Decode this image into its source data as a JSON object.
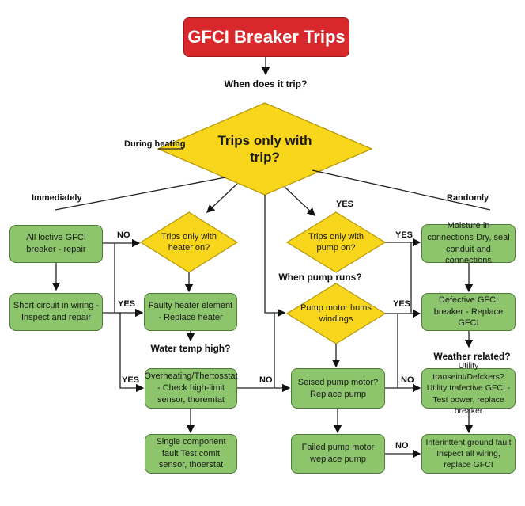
{
  "title": "GFCI Breaker Trips",
  "colors": {
    "title": "#d9282b",
    "process": "#8cc56b",
    "decision": "#f7d61c"
  },
  "questions": {
    "when_trip": "When does it trip?",
    "water_temp": "Water temp high?",
    "pump_runs": "When pump runs?",
    "weather": "Weather related?"
  },
  "branches": {
    "during_heating": "During heating",
    "immediately": "Immediately",
    "randomly": "Randomly"
  },
  "decisions": {
    "main": "Trips only with trip?",
    "heater": "Trips only with heater on?",
    "pump": "Trips only with pump on?",
    "pump_motor": "Pump motor hums windings"
  },
  "boxes": {
    "all_loctive": "All loctive GFCI breaker - repair",
    "short_circuit": "Short circuit in wiring - Inspect and repair",
    "faulty_heater": "Faulty heater element - Replace heater",
    "overheating": "Overheating/Thertosstat - Check high-limit sensor, thoremtat",
    "single_component": "Single component fault Test comit sensor, thoerstat",
    "seised_pump": "Seised pump motor? Replace pump",
    "failed_pump": "Failed pump motor weplace pump",
    "moisture": "Moisture in connections Dry, seal conduit and connections",
    "defective_gfci": "Defective GFCI breaker - Replace GFCI",
    "utility": "Utility transeint/Defckers? Utility trafective GFCI - Test power, replace breaker",
    "intermittent": "Interinttent ground fault Inspect all wiring, replace GFCI"
  },
  "edge_labels": {
    "no_1": "NO",
    "yes_1": "YES",
    "yes_2": "YES",
    "no_2": "NO",
    "yes_top": "YES",
    "yes_3": "YES",
    "yes_4": "YES",
    "no_3": "NO",
    "no_4": "NO"
  }
}
